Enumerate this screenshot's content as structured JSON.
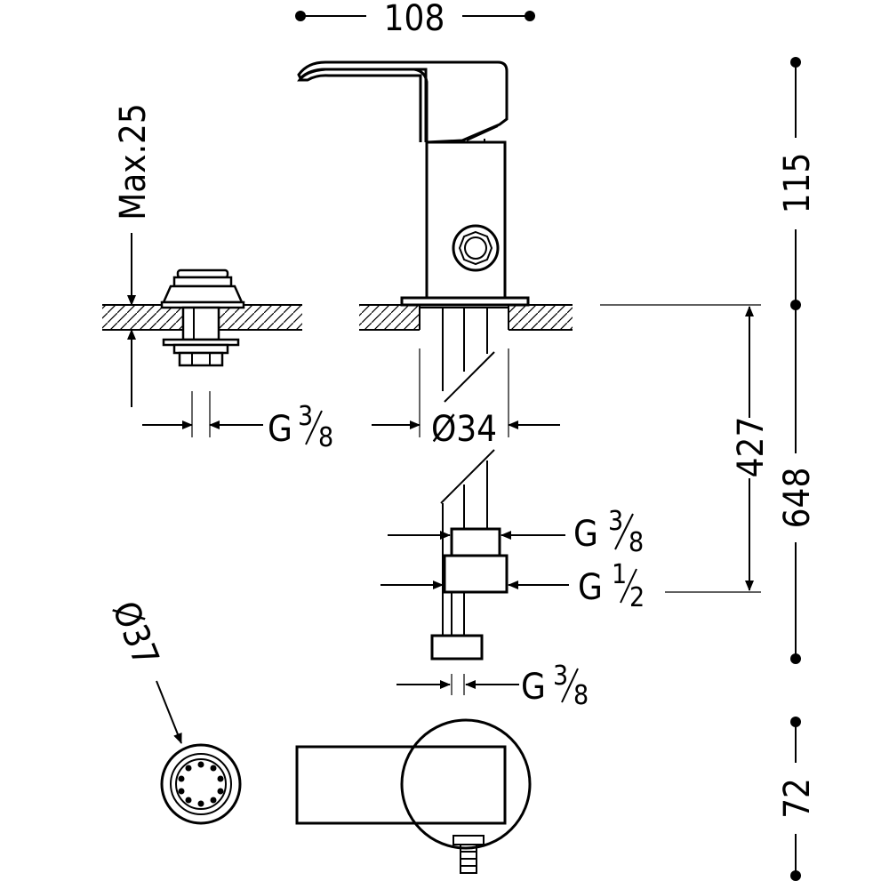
{
  "dimensions": {
    "width_top": "108",
    "max_depth": "Max.25",
    "height_upper": "115",
    "height_427": "427",
    "height_648": "648",
    "height_72": "72",
    "pipe_diameter": "Ø34",
    "aerator_diameter": "Ø37",
    "thread_left": {
      "main": "G",
      "num": "3",
      "den": "8"
    },
    "thread_upper": {
      "main": "G",
      "num": "3",
      "den": "8"
    },
    "thread_half": {
      "main": "G",
      "num": "1",
      "den": "2"
    },
    "thread_lower": {
      "main": "G",
      "num": "3",
      "den": "8"
    }
  }
}
